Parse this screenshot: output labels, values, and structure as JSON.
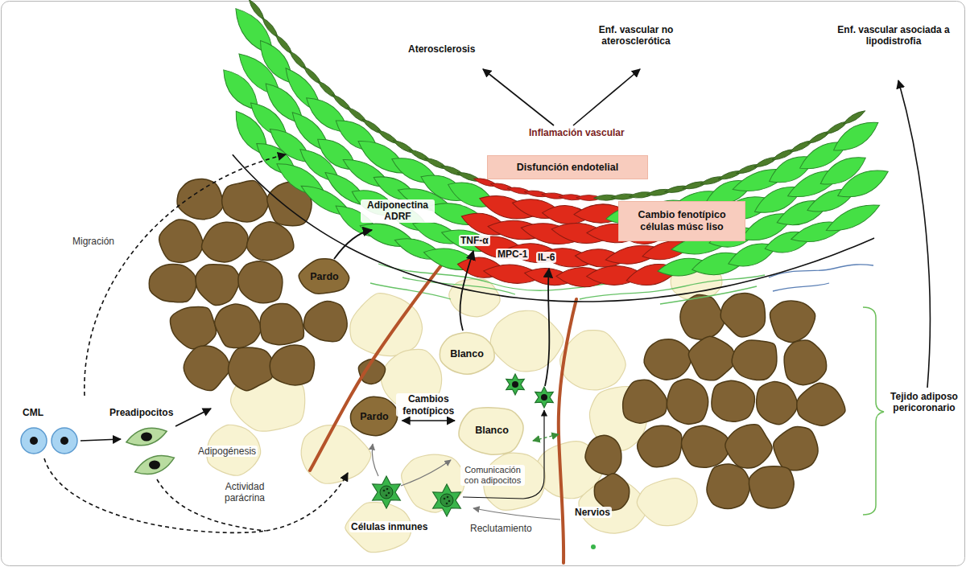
{
  "diagram": {
    "nodes": [
      {
        "text": [
          "Disfunción endotelial"
        ]
      },
      {
        "text": [
          "Cambio fenotípico células músc liso"
        ]
      },
      {
        "text": [
          "Pardo"
        ]
      },
      {
        "text": [
          "Blanco"
        ]
      },
      {
        "text": [
          "Pardo"
        ]
      },
      {
        "text": [
          "Blanco"
        ]
      }
    ],
    "edges": [
      {
        "from": 4,
        "to": 5,
        "arrow": "both",
        "label": "Cambios fenotípicos"
      }
    ],
    "labels": [
      "Aterosclerosis",
      "Enf. vascular no aterosclerótica",
      "Enf. vascular asociada a lipodistrofia",
      "Inflamación vascular",
      "Adiponectina ADRF",
      "TNF-α",
      "MPC-1",
      "IL-6",
      "Migración",
      "CML",
      "Preadipocitos",
      "Adipogénesis",
      "Actividad parácrina",
      "Comunicación con adipocitos",
      "Células inmunes",
      "Reclutamiento",
      "Nervios",
      "Tejido adiposo pericoronario"
    ]
  }
}
